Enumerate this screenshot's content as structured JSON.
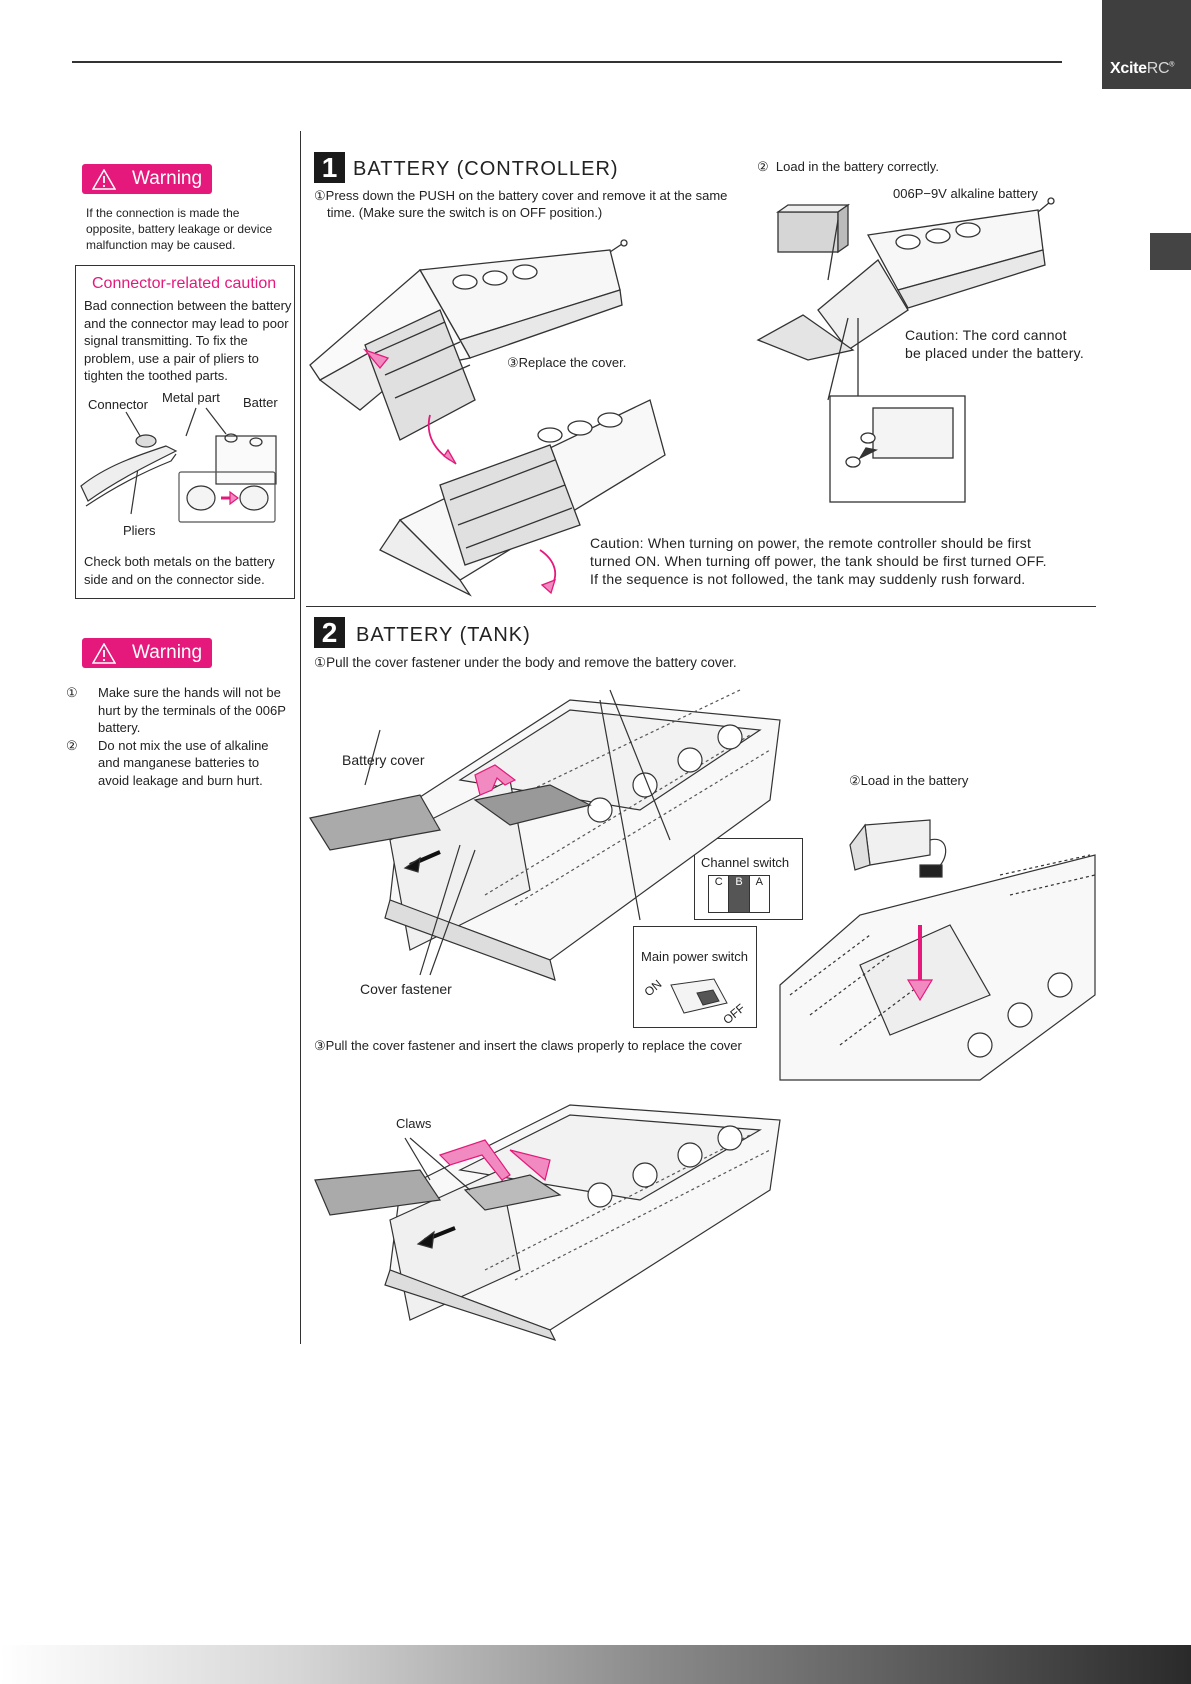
{
  "brand": {
    "name_bold": "Xcite",
    "name_light": "RC",
    "mark": "®"
  },
  "sidebar": {
    "warning1": {
      "badge": "Warning",
      "text": "If the connection is made the opposite, battery leakage or device malfunction may be caused."
    },
    "connector_caution": {
      "title": "Connector-related caution",
      "text": "Bad connection between the battery and the connector may lead to poor signal transmitting. To fix the problem, use a pair of pliers to tighten the toothed parts.",
      "labels": {
        "connector": "Connector",
        "metal_part": "Metal part",
        "battery": "Batter",
        "pliers": "Pliers"
      },
      "footer": "Check both metals on the battery side and on the connector side."
    },
    "warning2": {
      "badge": "Warning",
      "items": [
        {
          "num": "①",
          "text": "Make sure the hands will not be hurt by the terminals of the 006P battery."
        },
        {
          "num": "②",
          "text": "Do not mix the use of alkaline and manganese batteries to avoid leakage and burn hurt."
        }
      ]
    }
  },
  "section1": {
    "number": "1",
    "title": "BATTERY (CONTROLLER)",
    "step1_line1": "①Press down the PUSH on the battery cover and remove it at the same",
    "step1_line2": "time. (Make sure the switch is on OFF position.)",
    "step2_num": "②",
    "step2": "Load in the battery correctly.",
    "battery_label": "006P−9V alkaline battery",
    "step3": "③Replace the cover.",
    "cord_caution_line1": "Caution: The cord cannot",
    "cord_caution_line2": "be placed under the battery.",
    "power_caution_lines": [
      "Caution: When turning on power, the remote controller should be first",
      "turned ON. When turning off power, the tank should be first turned OFF.",
      "If the sequence is not followed, the tank may suddenly rush forward."
    ]
  },
  "section2": {
    "number": "2",
    "title": "BATTERY (TANK)",
    "step1": "①Pull the cover fastener under the body and remove the battery cover.",
    "battery_cover": "Battery cover",
    "cover_fastener": "Cover fastener",
    "channel_switch": "Channel switch",
    "channel_letters": [
      "C",
      "B",
      "A"
    ],
    "main_power_switch": "Main power switch",
    "switch_on": "ON",
    "switch_off": "OFF",
    "step2": "②Load in the battery",
    "step3": "③Pull the cover fastener and insert the claws properly to replace the cover",
    "claws": "Claws"
  },
  "colors": {
    "accent_pink": "#e4197b",
    "arrow_pink": "#f08ac0",
    "dark": "#1a1a1a"
  },
  "icons": [
    "warning-triangle-icon",
    "arrow-icon"
  ]
}
